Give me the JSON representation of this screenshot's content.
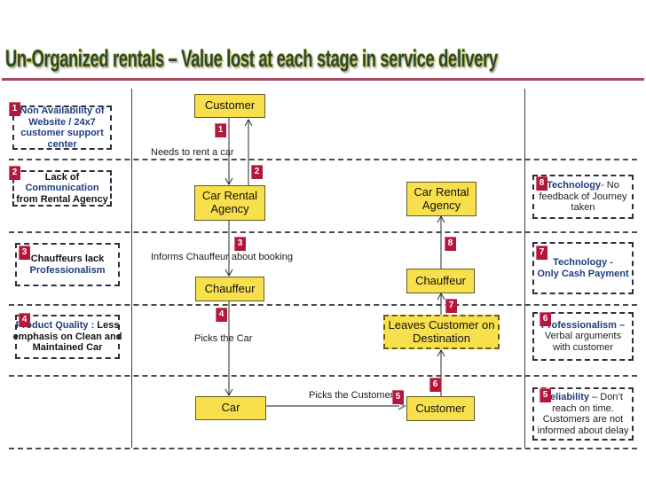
{
  "title": {
    "text": "Un-Organized rentals – Value lost at each stage in service delivery"
  },
  "colors": {
    "node_fill": "#F7E04B",
    "badge_red": "#B4173C",
    "emphasis_blue": "#1F3F7E",
    "title_green": "#24493A",
    "title_underline": "#A34E5E"
  },
  "nodes": {
    "customer_top": "Customer",
    "agency_left": "Car Rental Agency",
    "chauffeur_left": "Chauffeur",
    "car": "Car",
    "agency_right": "Car Rental Agency",
    "chauffeur_right": "Chauffeur",
    "leaves": "Leaves Customer on Destination",
    "customer_right": "Customer"
  },
  "flow_labels": {
    "needs": "Needs to rent a car",
    "informs": "Informs Chauffeur about booking",
    "picks_car": "Picks the Car",
    "picks_customer": "Picks the Customer"
  },
  "badges": {
    "f1": "1",
    "f2": "2",
    "f3": "3",
    "f4": "4",
    "f5": "5",
    "f6": "6",
    "f7": "7",
    "f8": "8"
  },
  "notes": {
    "n1": {
      "num": "1",
      "lines": [
        [
          {
            "t": "Non Availability of",
            "c": "b"
          }
        ],
        [
          {
            "t": "Website / 24x7",
            "c": "b"
          }
        ],
        [
          {
            "t": "customer support",
            "c": "b"
          }
        ],
        [
          {
            "t": "center",
            "c": "b"
          }
        ]
      ]
    },
    "n2": {
      "num": "2",
      "lines": [
        [
          {
            "t": "Lack of",
            "c": "k"
          }
        ],
        [
          {
            "t": "Communication",
            "c": "b"
          }
        ],
        [
          {
            "t": "from Rental Agency",
            "c": "k"
          }
        ]
      ]
    },
    "n3": {
      "num": "3",
      "lines": [
        [
          {
            "t": "Chauffeurs lack",
            "c": "k"
          }
        ],
        [
          {
            "t": "Professionalism",
            "c": "b"
          }
        ]
      ]
    },
    "n4": {
      "num": "4",
      "lines": [
        [
          {
            "t": "Product Quality :",
            "c": "b"
          },
          {
            "t": " Less",
            "c": "k"
          }
        ],
        [
          {
            "t": "emphasis on Clean and",
            "c": "k"
          }
        ],
        [
          {
            "t": "Maintained Car",
            "c": "k"
          }
        ]
      ]
    },
    "n5": {
      "num": "5",
      "lines": [
        [
          {
            "t": "Reliability",
            "c": "b"
          },
          {
            "t": " – Don’t",
            "c": "r"
          }
        ],
        [
          {
            "t": "reach on time.",
            "c": "r"
          }
        ],
        [
          {
            "t": "Customers are not",
            "c": "r"
          }
        ],
        [
          {
            "t": "informed about delay",
            "c": "r"
          }
        ]
      ]
    },
    "n6": {
      "num": "6",
      "lines": [
        [
          {
            "t": "Professionalism –",
            "c": "b"
          }
        ],
        [
          {
            "t": "Verbal arguments",
            "c": "r"
          }
        ],
        [
          {
            "t": "with customer",
            "c": "r"
          }
        ]
      ]
    },
    "n7": {
      "num": "7",
      "lines": [
        [
          {
            "t": "Technology -",
            "c": "b"
          }
        ],
        [
          {
            "t": "Only Cash Payment",
            "c": "b"
          }
        ]
      ]
    },
    "n8": {
      "num": "8",
      "lines": [
        [
          {
            "t": "Technology",
            "c": "b"
          },
          {
            "t": "- No",
            "c": "r"
          }
        ],
        [
          {
            "t": "feedback of Journey",
            "c": "r"
          }
        ],
        [
          {
            "t": "taken",
            "c": "r"
          }
        ]
      ]
    }
  }
}
